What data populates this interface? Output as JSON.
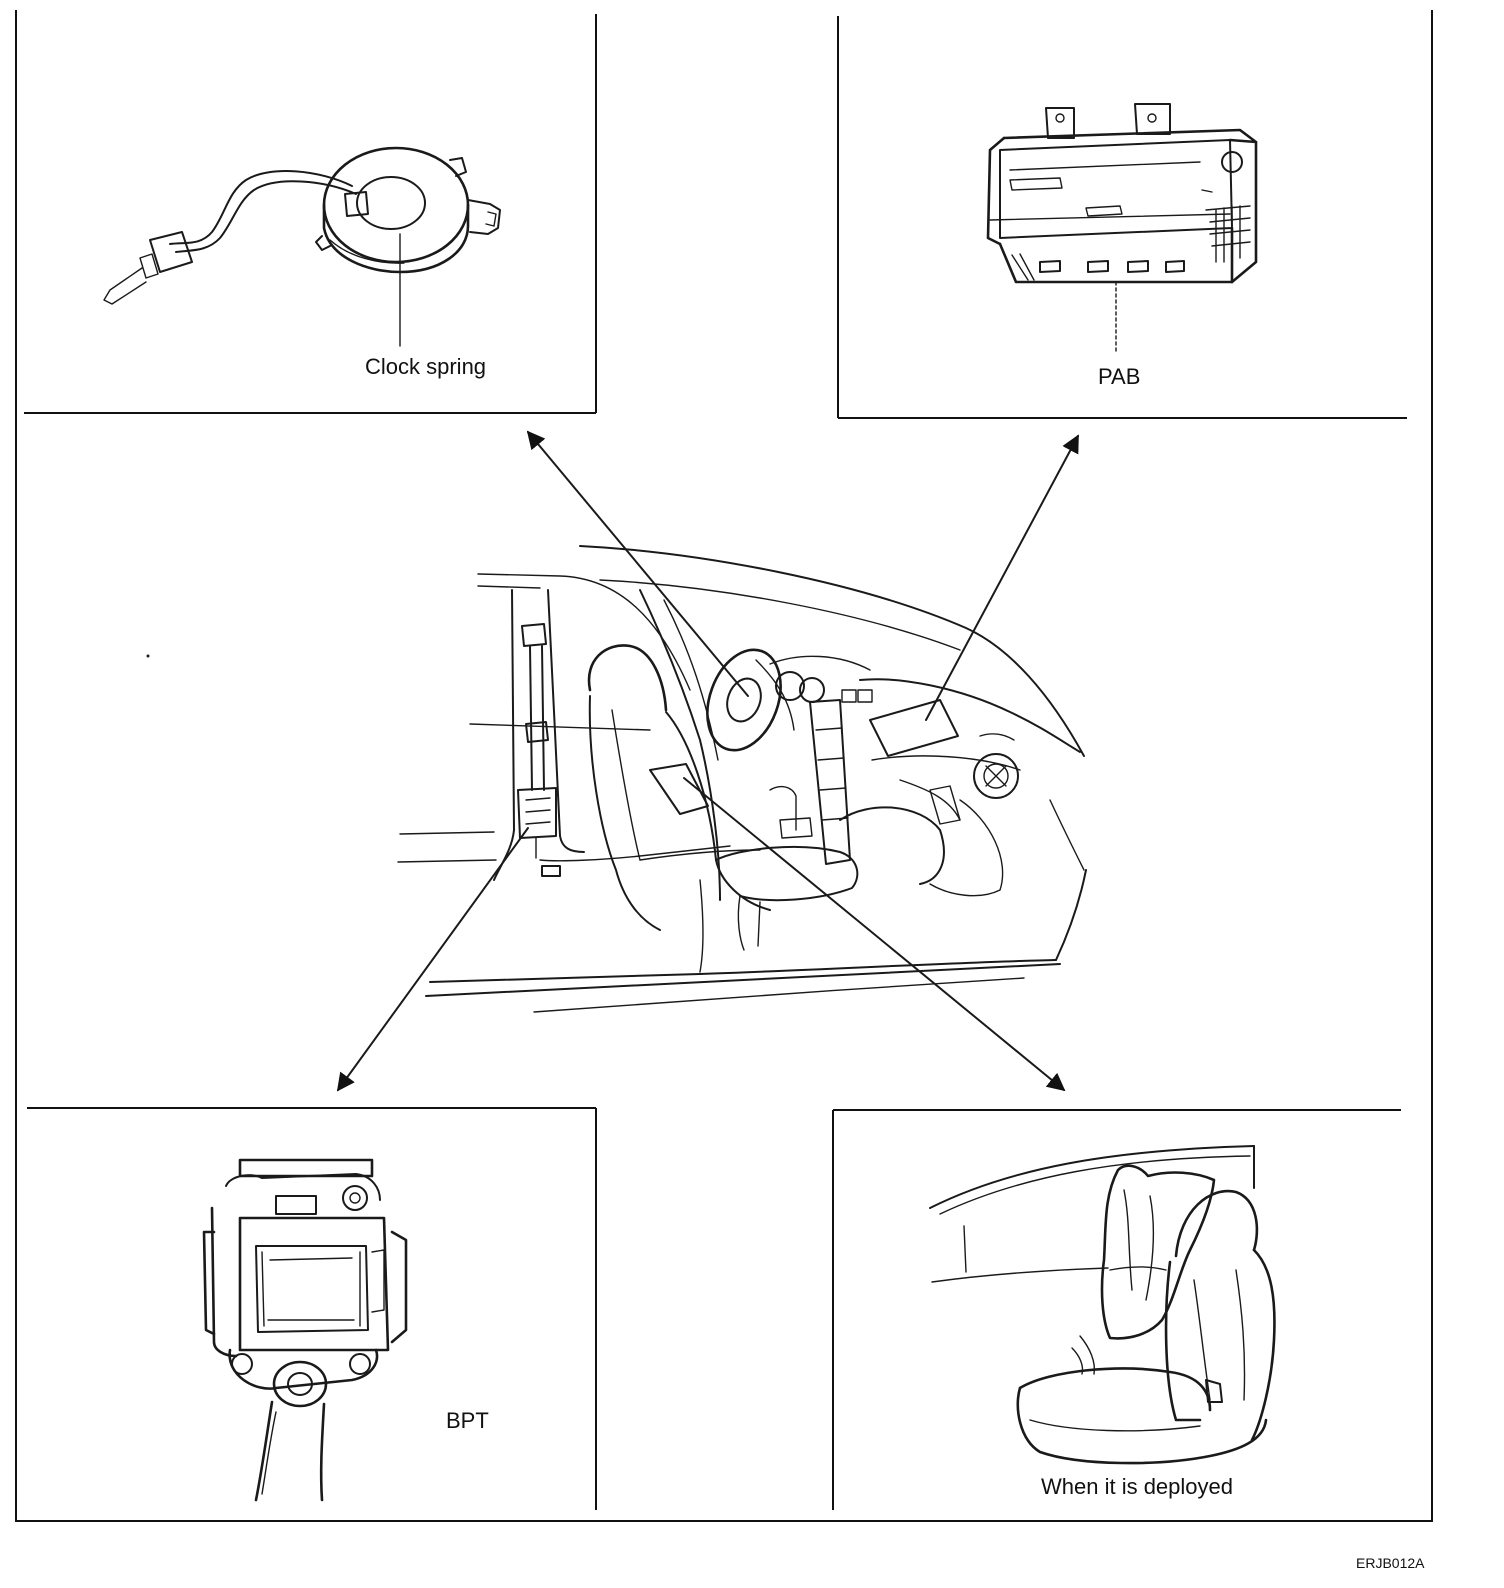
{
  "components": {
    "clock_spring": {
      "label": "Clock spring"
    },
    "pab": {
      "label": "PAB"
    },
    "bpt": {
      "label": "BPT"
    },
    "side_airbag": {
      "label": "When it is deployed"
    }
  },
  "reference_code": "ERJB012A",
  "colors": {
    "line": "#1a1a1a",
    "background": "#ffffff"
  }
}
